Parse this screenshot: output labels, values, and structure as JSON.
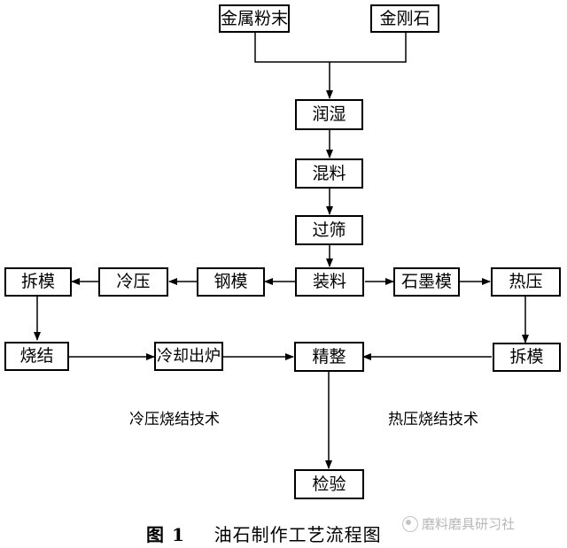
{
  "nodes": {
    "metal_powder": "金属粉末",
    "diamond": "金刚石",
    "wetting": "润湿",
    "mixing": "混料",
    "sieving": "过筛",
    "loading": "装料",
    "steel_mold": "钢模",
    "cold_press": "冷压",
    "demold_left": "拆模",
    "graphite_mold": "石墨模",
    "hot_press": "热压",
    "demold_right": "拆模",
    "sintering": "烧结",
    "cool_discharge": "冷却出炉",
    "finishing": "精整",
    "inspection": "检验"
  },
  "labels": {
    "cold_tech": "冷压烧结技术",
    "hot_tech": "热压烧结技术"
  },
  "caption": {
    "figure_no": "图 1",
    "title": "油石制作工艺流程图"
  },
  "watermark": "磨料磨具研习社"
}
